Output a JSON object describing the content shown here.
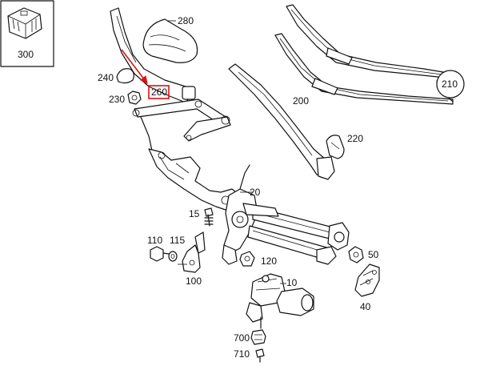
{
  "labels": {
    "p300": "300",
    "p280": "280",
    "p240": "240",
    "p260": "260",
    "p230": "230",
    "p200": "200",
    "p210": "210",
    "p220": "220",
    "p20": "20",
    "p15": "15",
    "p110": "110",
    "p115": "115",
    "p120": "120",
    "p100": "100",
    "p50": "50",
    "p40": "40",
    "p10": "10",
    "p700": "700",
    "p710": "710"
  },
  "colors": {
    "line": "#111111",
    "highlight": "#e01010",
    "shade": "#e6e6e6"
  }
}
